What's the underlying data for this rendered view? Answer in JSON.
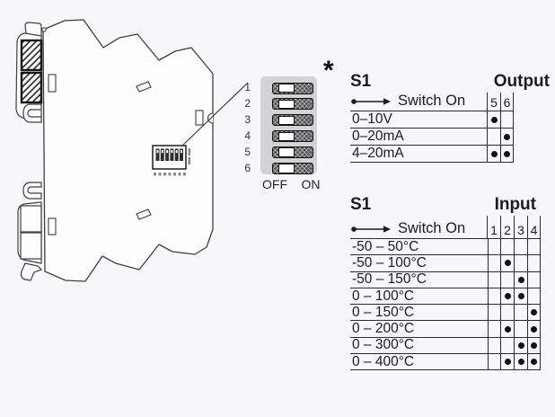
{
  "colors": {
    "page_bg": "#f7f7fa",
    "ink": "#1c1c1c",
    "table_line": "#2b2b2b",
    "panel_bg": "#d3d3d5",
    "dot": "#111111"
  },
  "annotation": {
    "asterisk": "*"
  },
  "dip_panel": {
    "switch_numbers": [
      "1",
      "2",
      "3",
      "4",
      "5",
      "6"
    ],
    "off_label": "OFF",
    "on_label": "ON"
  },
  "output_table": {
    "title": "S1",
    "heading": "Output",
    "switch_on_label": "Switch On",
    "columns": [
      "5",
      "6"
    ],
    "rows": [
      {
        "label": "0–10V",
        "on": [
          "5"
        ]
      },
      {
        "label": "0–20mA",
        "on": [
          "6"
        ]
      },
      {
        "label": "4–20mA",
        "on": [
          "5",
          "6"
        ]
      }
    ]
  },
  "input_table": {
    "title": "S1",
    "heading": "Input",
    "switch_on_label": "Switch On",
    "columns": [
      "1",
      "2",
      "3",
      "4"
    ],
    "rows": [
      {
        "label": "-50 – 50°C",
        "on": []
      },
      {
        "label": "-50 – 100°C",
        "on": [
          "2"
        ]
      },
      {
        "label": "-50 – 150°C",
        "on": [
          "3"
        ]
      },
      {
        "label": "0 – 100°C",
        "on": [
          "2",
          "3"
        ]
      },
      {
        "label": "0 – 150°C",
        "on": [
          "4"
        ]
      },
      {
        "label": "0 – 200°C",
        "on": [
          "2",
          "4"
        ]
      },
      {
        "label": "0 – 300°C",
        "on": [
          "3",
          "4"
        ]
      },
      {
        "label": "0 – 400°C",
        "on": [
          "2",
          "3",
          "4"
        ]
      }
    ]
  }
}
